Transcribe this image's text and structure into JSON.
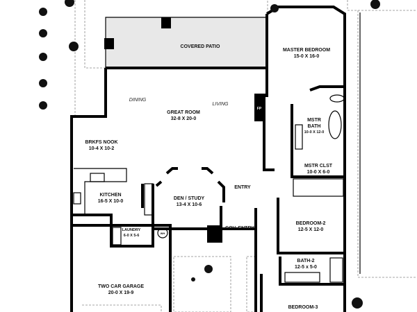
{
  "rooms": {
    "covered_patio": {
      "name": "COVERED PATIO"
    },
    "master_bedroom": {
      "name": "MASTER BEDROOM",
      "size": "15-0 X 16-0"
    },
    "dining": {
      "name": "DINING"
    },
    "living": {
      "name": "LIVING"
    },
    "great_room": {
      "name": "GREAT ROOM",
      "size": "32-8 X 20-0"
    },
    "fireplace": {
      "name": "FP"
    },
    "mstr_bath": {
      "name1": "MSTR",
      "name2": "BATH",
      "size": "10-0 X 12-0"
    },
    "brkfs_nook": {
      "name": "BRKFS NOOK",
      "size": "10-4 X 10-2"
    },
    "mstr_clst": {
      "name": "MSTR CLST",
      "size": "10-0 X 6-0"
    },
    "kitchen": {
      "name": "KITCHEN",
      "size": "16-5 X 10-0"
    },
    "den_study": {
      "name": "DEN / STUDY",
      "size": "13-4 X 10-6"
    },
    "entry": {
      "name": "ENTRY"
    },
    "bedroom_2": {
      "name": "BEDROOM-2",
      "size": "12-5 X 12-0"
    },
    "laundry": {
      "name": "LAUNDRY",
      "size": "6-0 X 5-6"
    },
    "water_heater": {
      "name": "WH"
    },
    "cov_entry": {
      "name": "COV. ENTRY"
    },
    "bath_2": {
      "name": "BATH-2",
      "size": "12-5 x 5-0"
    },
    "garage": {
      "name": "TWO CAR GARAGE",
      "size": "20-0 X 19-9"
    },
    "bedroom_3": {
      "name": "BEDROOM-3"
    }
  }
}
